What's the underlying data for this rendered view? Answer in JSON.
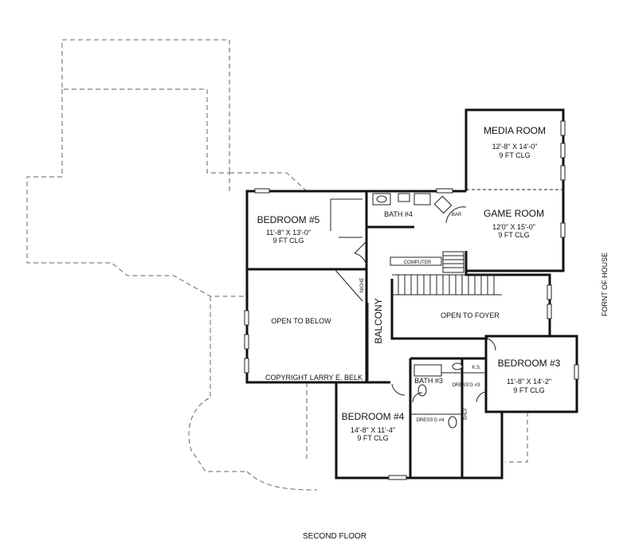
{
  "floor_title": "SECOND FLOOR",
  "orientation_label": "FORNT OF HOUSE",
  "copyright": "COPYRIGHT LARRY E. BELK",
  "rooms": {
    "media_room": {
      "name": "MEDIA ROOM",
      "size": "12'-8\" X 14'-0\"",
      "ceiling": "9 FT CLG"
    },
    "game_room": {
      "name": "GAME ROOM",
      "size": "12'0\" X 15'-0\"",
      "ceiling": "9 FT CLG"
    },
    "bedroom5": {
      "name": "BEDROOM #5",
      "size": "11'-8\" X 13'-0\"",
      "ceiling": "9 FT CLG"
    },
    "bedroom3": {
      "name": "BEDROOM #3",
      "size": "11'-8\" X 14'-2\"",
      "ceiling": "9 FT CLG"
    },
    "bedroom4": {
      "name": "BEDROOM #4",
      "size": "14'-8\" X 11'-4\"",
      "ceiling": "9 FT CLG"
    }
  },
  "labels": {
    "bath4": "BATH #4",
    "bath3": "BATH #3",
    "bar": "BAR",
    "computer": "COMPUTER",
    "balcony": "BALCONY",
    "open_to_below": "OPEN TO BELOW",
    "open_to_foyer": "OPEN TO FOYER",
    "niche": "NICHE",
    "dressing3": "DRESS'G #3",
    "dressing4": "DRESS'G #4",
    "ks": "K.S.",
    "shlv": "SHLV"
  }
}
